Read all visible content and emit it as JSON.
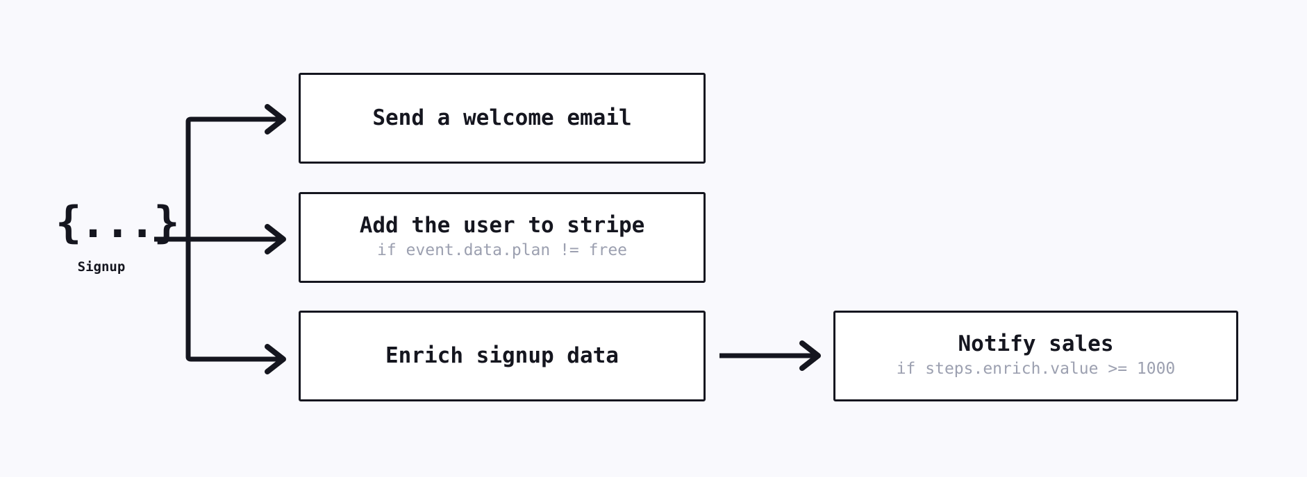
{
  "canvas": {
    "background_color": "#f9f9fd",
    "node_border_color": "#15161f",
    "node_fill_color": "#ffffff",
    "edge_color": "#15161f",
    "condition_text_color": "#9ca0b0"
  },
  "trigger": {
    "icon": "json-braces-icon",
    "glyph": "{...}",
    "label": "Signup"
  },
  "steps": [
    {
      "id": "welcome",
      "title": "Send a welcome email",
      "condition": ""
    },
    {
      "id": "stripe",
      "title": "Add the user to stripe",
      "condition": "if event.data.plan != free"
    },
    {
      "id": "enrich",
      "title": "Enrich signup data",
      "condition": ""
    },
    {
      "id": "notify",
      "title": "Notify sales",
      "condition": "if steps.enrich.value >= 1000"
    }
  ],
  "edges": [
    {
      "from": "Signup",
      "to": "Send a welcome email"
    },
    {
      "from": "Signup",
      "to": "Add the user to stripe"
    },
    {
      "from": "Signup",
      "to": "Enrich signup data"
    },
    {
      "from": "Enrich signup data",
      "to": "Notify sales"
    }
  ]
}
